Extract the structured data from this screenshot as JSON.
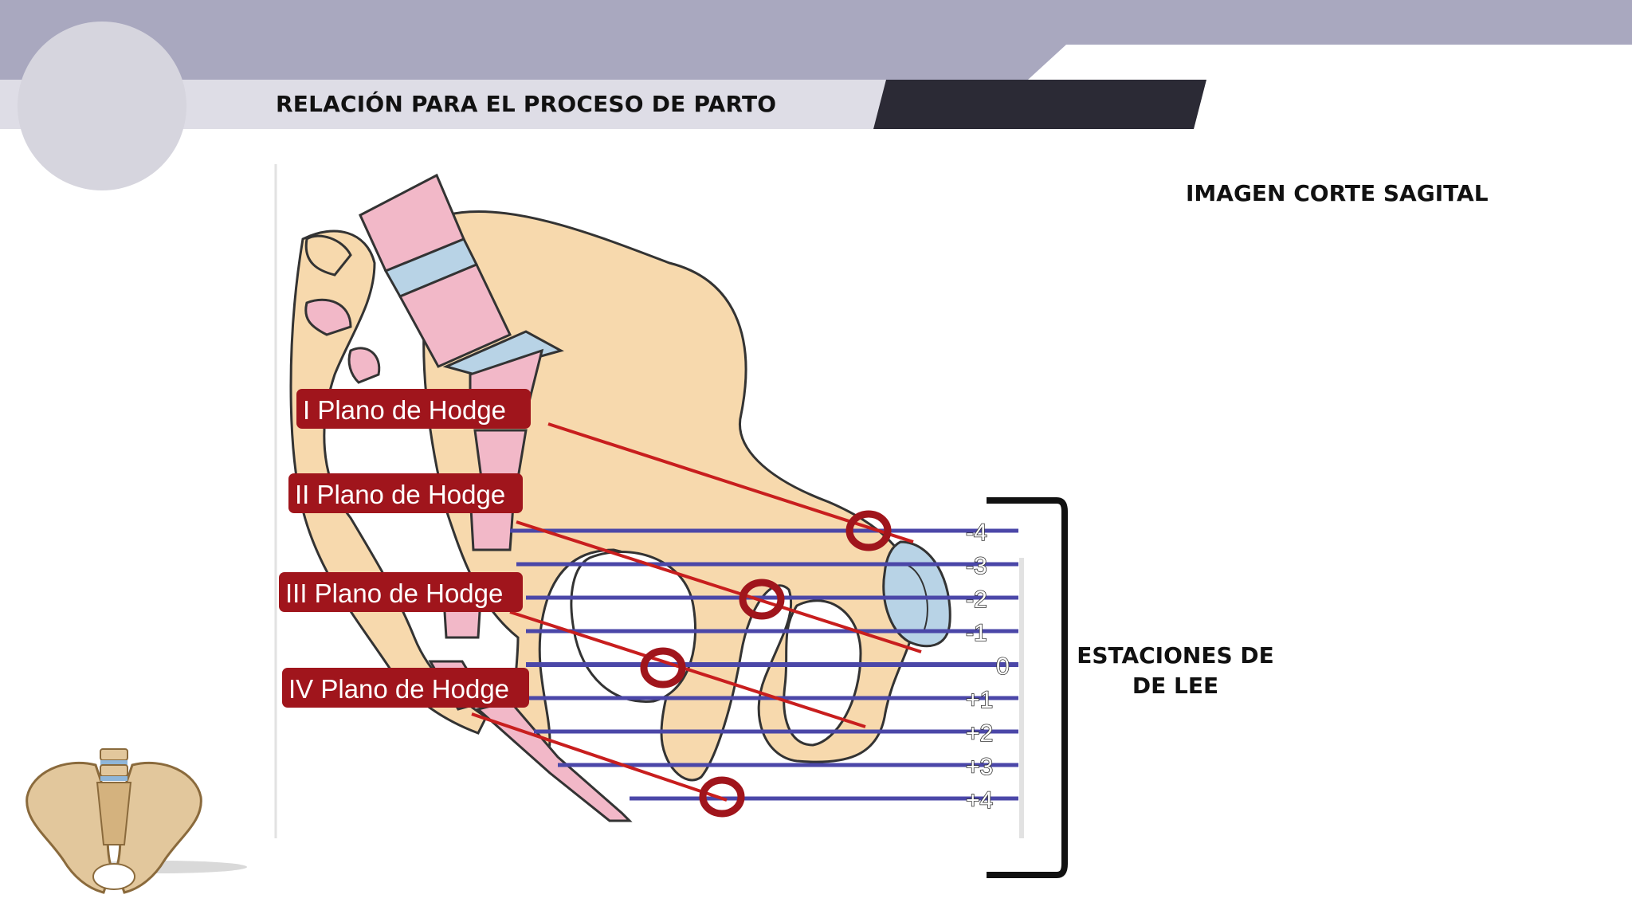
{
  "header": {
    "title": "RELACIÓN PARA EL PROCESO DE PARTO"
  },
  "captions": {
    "image_caption": "IMAGEN CORTE SAGITAL",
    "stations_line1": "ESTACIONES DE",
    "stations_line2": "DE LEE"
  },
  "diagram": {
    "planes": [
      "I Plano de Hodge",
      "II Plano de Hodge",
      "III Plano de Hodge",
      "IV Plano de Hodge"
    ],
    "stations": [
      "-4",
      "-3",
      "-2",
      "-1",
      "0",
      "+1",
      "+2",
      "+3",
      "+4"
    ]
  },
  "colors": {
    "header_band": "#a9a8bf",
    "header_light": "#dedde6",
    "header_dark": "#2b2a35",
    "plane_label_bg": "#a0151c",
    "station_line": "#4b47a8",
    "plane_line": "#c81e1e",
    "bone": "#f7d9ad",
    "vertebra": "#f2b8c8",
    "disc": "#b8d3e6"
  },
  "icons": [
    "pelvis-icon"
  ]
}
